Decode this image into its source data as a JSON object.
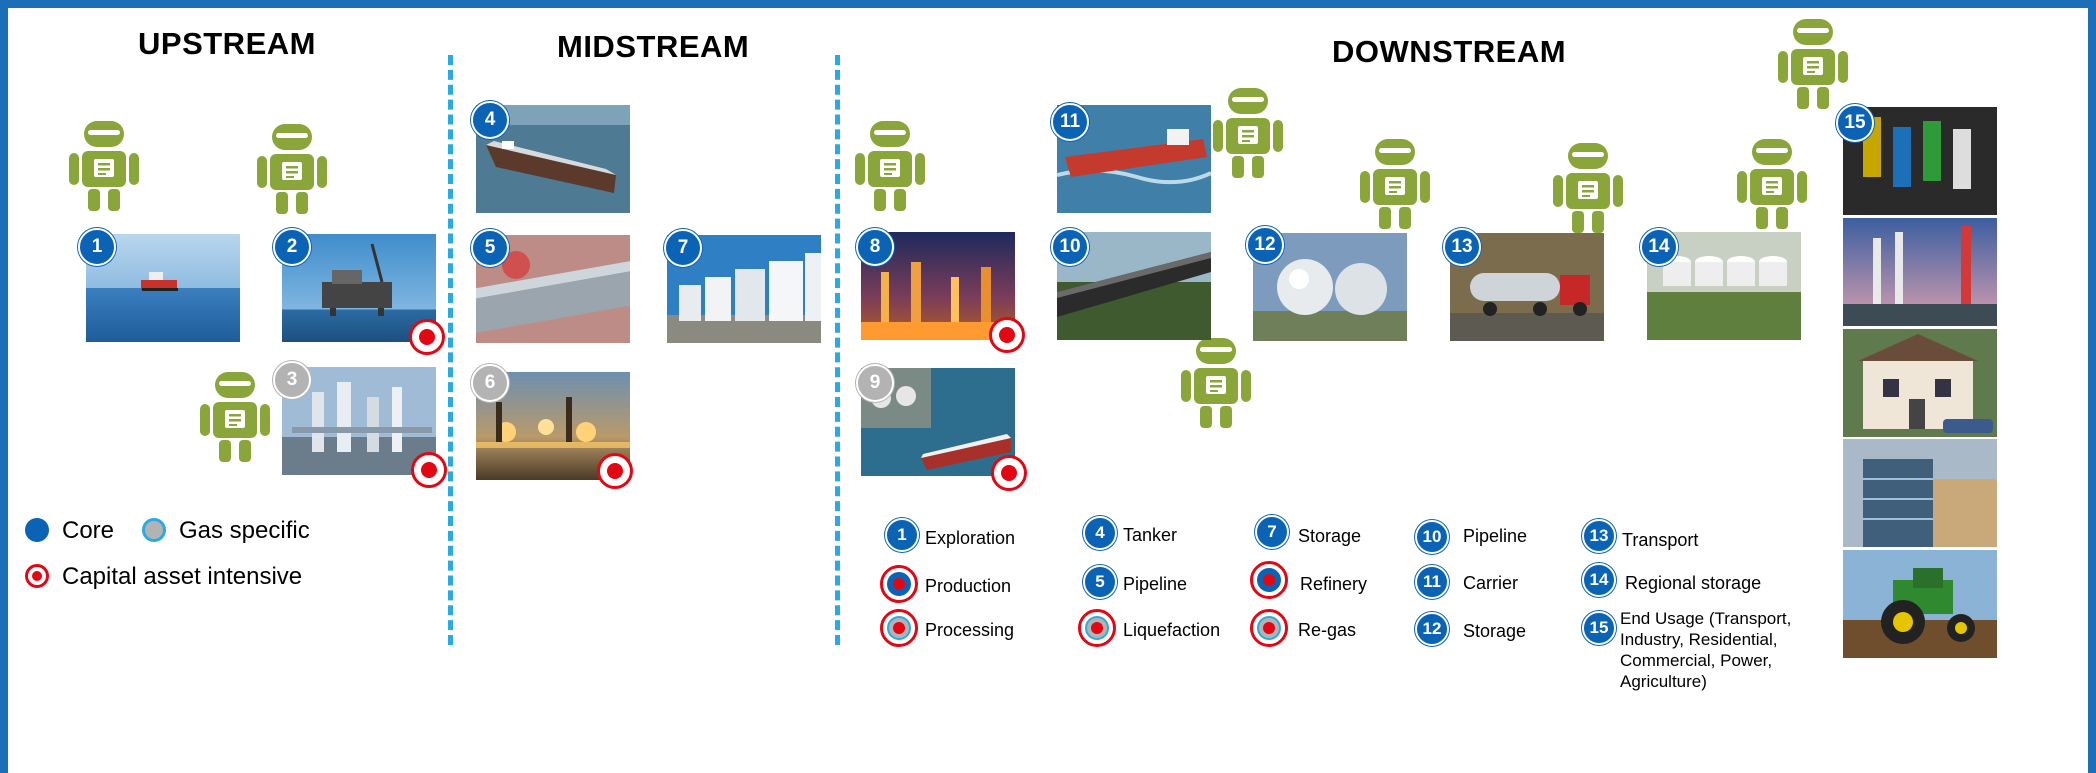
{
  "sections": {
    "upstream": "UPSTREAM",
    "midstream": "MIDSTREAM",
    "downstream": "DOWNSTREAM"
  },
  "steps": [
    {
      "num": "1",
      "kind": "core",
      "capital": false,
      "scene": "offshore-supply-vessel"
    },
    {
      "num": "2",
      "kind": "core",
      "capital": true,
      "scene": "offshore-platform"
    },
    {
      "num": "3",
      "kind": "gas",
      "capital": true,
      "scene": "gas-processing-plant"
    },
    {
      "num": "4",
      "kind": "core",
      "capital": false,
      "scene": "tanker-ship"
    },
    {
      "num": "5",
      "kind": "core",
      "capital": false,
      "scene": "pipeline-closeup"
    },
    {
      "num": "6",
      "kind": "gas",
      "capital": true,
      "scene": "liquefaction-plant-night"
    },
    {
      "num": "7",
      "kind": "core",
      "capital": false,
      "scene": "storage-tanks"
    },
    {
      "num": "8",
      "kind": "core",
      "capital": true,
      "scene": "refinery-night"
    },
    {
      "num": "9",
      "kind": "gas",
      "capital": true,
      "scene": "regas-terminal"
    },
    {
      "num": "10",
      "kind": "core",
      "capital": false,
      "scene": "pipeline-landscape"
    },
    {
      "num": "11",
      "kind": "core",
      "capital": false,
      "scene": "carrier-ship"
    },
    {
      "num": "12",
      "kind": "core",
      "capital": false,
      "scene": "spherical-storage"
    },
    {
      "num": "13",
      "kind": "core",
      "capital": false,
      "scene": "tanker-truck"
    },
    {
      "num": "14",
      "kind": "core",
      "capital": false,
      "scene": "regional-tank-farm"
    },
    {
      "num": "15",
      "kind": "core",
      "capital": false,
      "scene": "fuel-pumps"
    }
  ],
  "end_usage_images": [
    "power-plant",
    "residential-house",
    "commercial-building",
    "tractor"
  ],
  "key": {
    "core": "Core",
    "gas_specific": "Gas specific",
    "capital": "Capital asset intensive"
  },
  "legend": [
    {
      "num": "1",
      "style": "core",
      "label": "Exploration"
    },
    {
      "num": "",
      "style": "cap-core",
      "label": "Production"
    },
    {
      "num": "",
      "style": "cap-gas",
      "label": "Processing"
    },
    {
      "num": "4",
      "style": "core",
      "label": "Tanker"
    },
    {
      "num": "5",
      "style": "core",
      "label": "Pipeline"
    },
    {
      "num": "",
      "style": "cap-gas",
      "label": "Liquefaction"
    },
    {
      "num": "7",
      "style": "core",
      "label": "Storage"
    },
    {
      "num": "",
      "style": "cap-core",
      "label": "Refinery"
    },
    {
      "num": "",
      "style": "cap-gas",
      "label": "Re-gas"
    },
    {
      "num": "10",
      "style": "core",
      "label": "Pipeline"
    },
    {
      "num": "11",
      "style": "core",
      "label": "Carrier"
    },
    {
      "num": "12",
      "style": "core",
      "label": "Storage"
    },
    {
      "num": "13",
      "style": "core",
      "label": "Transport"
    },
    {
      "num": "14",
      "style": "core",
      "label": "Regional storage"
    },
    {
      "num": "15",
      "style": "core",
      "label": "End Usage (Transport,\nIndustry, Residential,\nCommercial, Power,\nAgriculture)"
    }
  ],
  "colors": {
    "frame": "#1a6fb8",
    "divider": "#29abe2",
    "core": "#0a63b5",
    "gas": "#b3b3b3",
    "capital": "#e30613",
    "robot": "#8aa63a"
  },
  "robot_icon": "robot-icon"
}
